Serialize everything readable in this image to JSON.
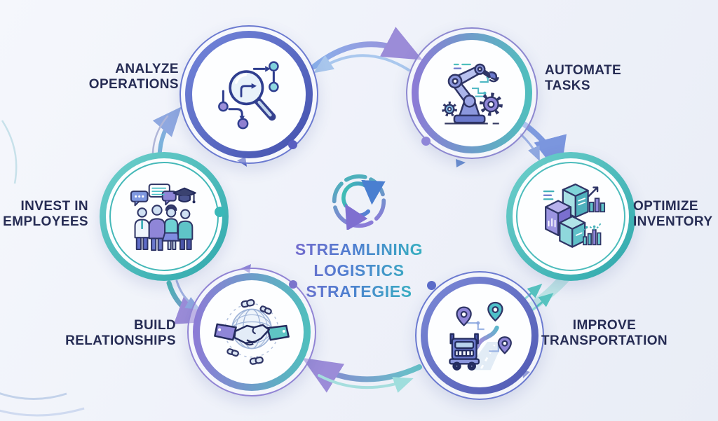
{
  "title": {
    "text": "STREAMLINING\nLOGISTICS\nSTRATEGIES"
  },
  "center": {
    "icon": "cycle-arrows-icon"
  },
  "nodes": [
    {
      "id": "analyze-operations",
      "label": "ANALYZE\nOPERATIONS",
      "icon": "magnifier-flowchart-icon",
      "position": "top-left",
      "ring_colors": [
        "#7487dc",
        "#4350ac"
      ]
    },
    {
      "id": "automate-tasks",
      "label": "AUTOMATE\nTASKS",
      "icon": "robot-arm-icon",
      "position": "top-right",
      "ring_colors": [
        "#8d7ad6",
        "#4fc0bd"
      ]
    },
    {
      "id": "optimize-inventory",
      "label": "OPTIMIZE\nINVENTORY",
      "icon": "inventory-boxes-chart-icon",
      "position": "right",
      "ring_colors": [
        "#6fd0cc",
        "#2fa8ac"
      ]
    },
    {
      "id": "improve-transportation",
      "label": "IMPROVE\nTRANSPORTATION",
      "icon": "truck-route-icon",
      "position": "bottom-right",
      "ring_colors": [
        "#7c8ad8",
        "#4f58b2"
      ]
    },
    {
      "id": "build-relationships",
      "label": "BUILD\nRELATIONSHIPS",
      "icon": "handshake-globe-icon",
      "position": "bottom-left",
      "ring_colors": [
        "#8d7ad6",
        "#4fc0bd"
      ]
    },
    {
      "id": "invest-in-employees",
      "label": "INVEST IN\nEMPLOYEES",
      "icon": "team-education-icon",
      "position": "left",
      "ring_colors": [
        "#6fd0cc",
        "#2fa8ac"
      ]
    }
  ],
  "colors": {
    "background": "#f1f4fa",
    "label_text": "#262c54",
    "title_gradient": [
      "#7c66cc",
      "#4f7fd0",
      "#35b3c0"
    ],
    "accent_purple": "#8f86d8",
    "accent_teal": "#4fc0c8",
    "accent_blue": "#5a68c4"
  }
}
